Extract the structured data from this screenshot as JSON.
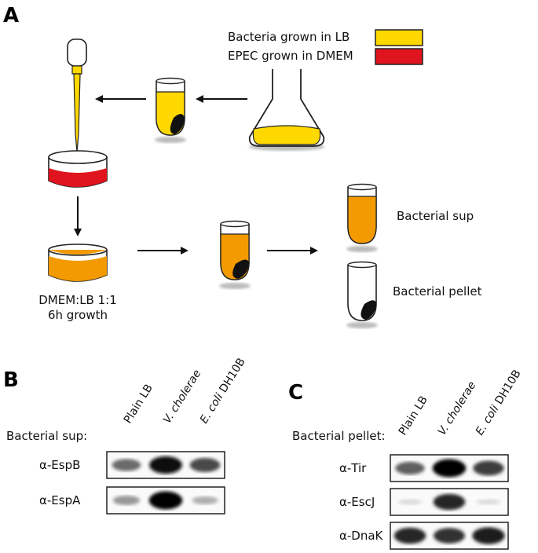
{
  "panels": {
    "a": "A",
    "b": "B",
    "c": "C"
  },
  "legend": [
    {
      "label": "Bacteria grown in LB",
      "color": "#ffd800"
    },
    {
      "label": "EPEC grown in DMEM",
      "color": "#e0141e"
    }
  ],
  "mix_label": {
    "line1": "DMEM:LB 1:1",
    "line2": "6h growth"
  },
  "fractions": {
    "sup": "Bacterial sup",
    "pellet": "Bacterial pellet"
  },
  "blot_b": {
    "row_title": "Bacterial sup:",
    "lanes": [
      {
        "plain": "Plain LB",
        "italic": "",
        "rest": ""
      },
      {
        "plain": "",
        "italic": "V. cholerae",
        "rest": ""
      },
      {
        "plain": "",
        "italic": "E. coli",
        "rest": " DH10B"
      }
    ],
    "antibodies": [
      "α-EspB",
      "α-EspA"
    ],
    "band_intensity": [
      [
        0.55,
        0.95,
        0.7
      ],
      [
        0.35,
        1.0,
        0.25
      ]
    ]
  },
  "blot_c": {
    "row_title": "Bacterial pellet:",
    "lanes": [
      {
        "plain": "Plain LB",
        "italic": "",
        "rest": ""
      },
      {
        "plain": "",
        "italic": "V. cholerae",
        "rest": ""
      },
      {
        "plain": "",
        "italic": "E. coli",
        "rest": " DH10B"
      }
    ],
    "antibodies": [
      "α-Tir",
      "α-EscJ",
      "α-DnaK"
    ],
    "band_intensity": [
      [
        0.6,
        1.0,
        0.75
      ],
      [
        0.05,
        0.85,
        0.05
      ],
      [
        0.85,
        0.8,
        0.9
      ]
    ]
  },
  "colors": {
    "yellow": "#ffd800",
    "red": "#e0141e",
    "orange": "#f29a00",
    "dark": "#111111"
  }
}
